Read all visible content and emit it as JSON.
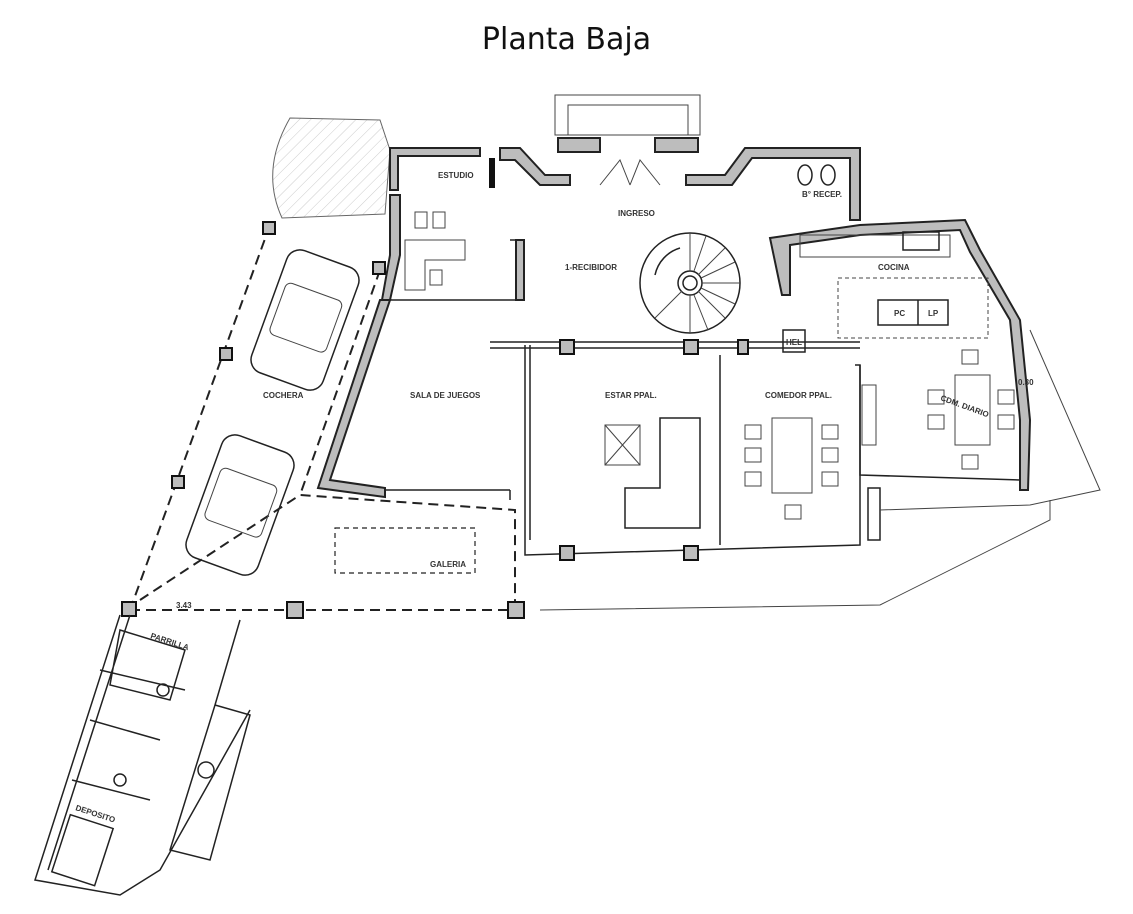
{
  "title": "Planta Baja",
  "rooms": {
    "estudio": "ESTUDIO",
    "ingreso": "INGRESO",
    "recibidor": "1-RECIBIDOR",
    "bano_recep": "B° RECEP.",
    "cocina": "COCINA",
    "pc": "PC",
    "lp": "LP",
    "hel": "HEL",
    "comedor_diario": "CDM. DIARIO",
    "comedor_ppal": "COMEDOR PPAL.",
    "estar_ppal": "ESTAR PPAL.",
    "sala_juegos": "SALA DE JUEGOS",
    "cochera": "COCHERA",
    "galeria": "GALERIA",
    "parrilla": "PARRILLA",
    "deposito": "DEPOSITO"
  },
  "dimensions": {
    "galeria_width": "3.43",
    "cocina_offset": "0.30"
  }
}
